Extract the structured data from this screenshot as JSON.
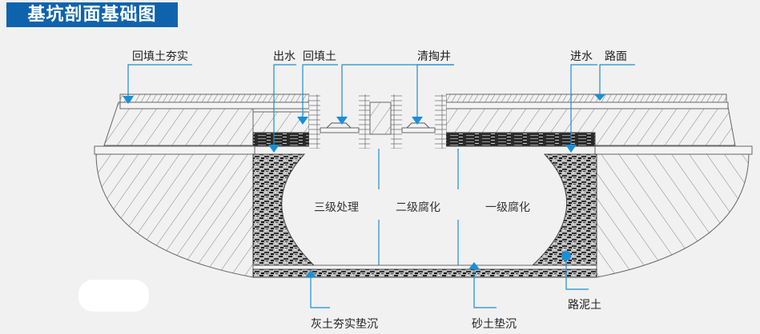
{
  "title": "基坑剖面基础图",
  "colors": {
    "accent": "#1a8fd6",
    "title_bg": "#0f63ad",
    "line": "#555555"
  },
  "labels": {
    "backfill_tamped": "回填土夯实",
    "outlet": "出水",
    "backfill": "回填土",
    "cleanout_well": "清掏井",
    "inlet": "进水",
    "road_surface": "路面",
    "lime_soil": "灰土夯实垫沉",
    "sand_soil": "砂土垫沉",
    "road_mud": "路泥土"
  },
  "zones": {
    "third": "三级处理",
    "second": "二级腐化",
    "first": "一级腐化"
  }
}
